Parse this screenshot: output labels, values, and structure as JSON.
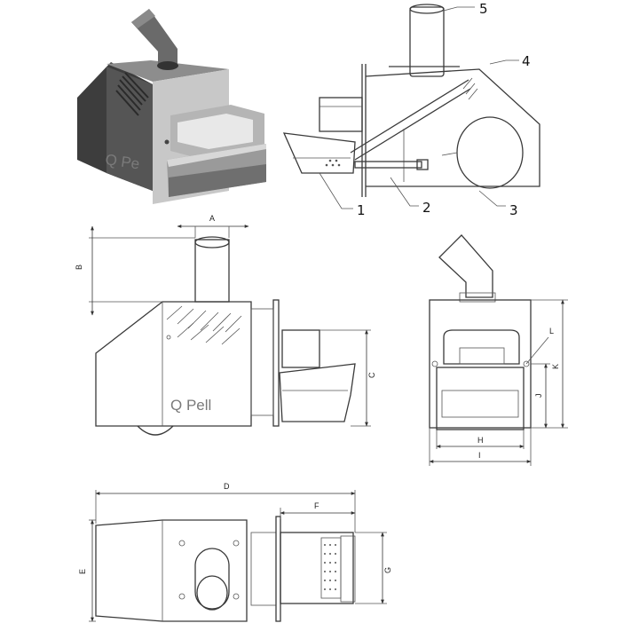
{
  "callouts": [
    "1",
    "2",
    "3",
    "4",
    "5"
  ],
  "dimensions": {
    "a": "A",
    "b": "B",
    "c": "C",
    "d": "D",
    "e": "E",
    "f": "F",
    "g": "G",
    "h": "H",
    "i": "I",
    "j": "J",
    "k": "K",
    "l": "L"
  },
  "brand": {
    "side_view": "Q Pell",
    "render": "Q Pe"
  },
  "colors": {
    "line": "#3a3a3a",
    "body_dark": "#3d3d3d",
    "body_mid": "#8d8d8d",
    "body_light": "#b5b5b5",
    "plate": "#d2d2d2"
  }
}
